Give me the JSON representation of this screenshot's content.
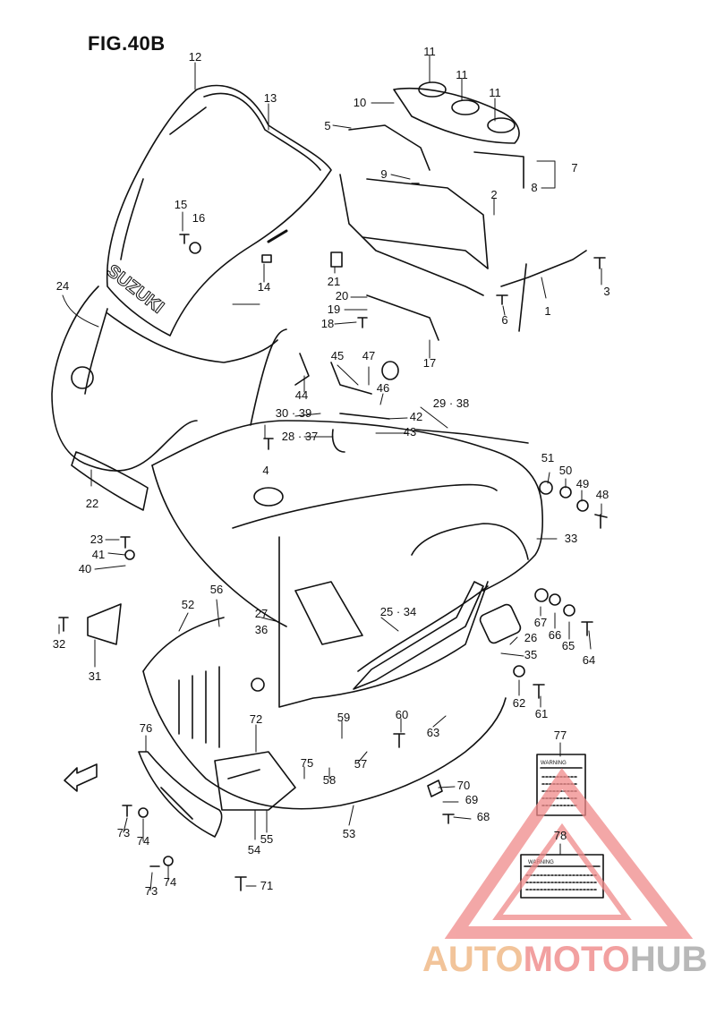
{
  "figure": {
    "title": "FIG.40B"
  },
  "brand_marks": {
    "windscreen_logo": "SUZUKI"
  },
  "parts": [
    {
      "label": "1"
    },
    {
      "label": "2"
    },
    {
      "label": "3"
    },
    {
      "label": "4"
    },
    {
      "label": "5"
    },
    {
      "label": "6"
    },
    {
      "label": "7"
    },
    {
      "label": "8"
    },
    {
      "label": "9"
    },
    {
      "label": "10"
    },
    {
      "label": "11"
    },
    {
      "label": "11"
    },
    {
      "label": "11"
    },
    {
      "label": "12"
    },
    {
      "label": "13"
    },
    {
      "label": "14"
    },
    {
      "label": "15"
    },
    {
      "label": "16"
    },
    {
      "label": "17"
    },
    {
      "label": "18"
    },
    {
      "label": "19"
    },
    {
      "label": "20"
    },
    {
      "label": "21"
    },
    {
      "label": "22"
    },
    {
      "label": "23"
    },
    {
      "label": "24"
    },
    {
      "label": "25 · 34"
    },
    {
      "label": "26"
    },
    {
      "label": "35"
    },
    {
      "label": "27"
    },
    {
      "label": "36"
    },
    {
      "label": "28 · 37"
    },
    {
      "label": "29 · 38"
    },
    {
      "label": "30 · 39"
    },
    {
      "label": "31"
    },
    {
      "label": "32"
    },
    {
      "label": "33"
    },
    {
      "label": "40"
    },
    {
      "label": "41"
    },
    {
      "label": "42"
    },
    {
      "label": "43"
    },
    {
      "label": "44"
    },
    {
      "label": "45"
    },
    {
      "label": "46"
    },
    {
      "label": "47"
    },
    {
      "label": "48"
    },
    {
      "label": "49"
    },
    {
      "label": "50"
    },
    {
      "label": "51"
    },
    {
      "label": "52"
    },
    {
      "label": "53"
    },
    {
      "label": "54"
    },
    {
      "label": "55"
    },
    {
      "label": "56"
    },
    {
      "label": "57"
    },
    {
      "label": "58"
    },
    {
      "label": "59"
    },
    {
      "label": "60"
    },
    {
      "label": "61"
    },
    {
      "label": "62"
    },
    {
      "label": "63"
    },
    {
      "label": "64"
    },
    {
      "label": "65"
    },
    {
      "label": "66"
    },
    {
      "label": "67"
    },
    {
      "label": "68"
    },
    {
      "label": "69"
    },
    {
      "label": "70"
    },
    {
      "label": "71"
    },
    {
      "label": "72"
    },
    {
      "label": "73"
    },
    {
      "label": "74"
    },
    {
      "label": "73"
    },
    {
      "label": "74"
    },
    {
      "label": "75"
    },
    {
      "label": "76"
    },
    {
      "label": "77"
    },
    {
      "label": "78"
    }
  ],
  "fwd_marker": "FWD",
  "labels_stickers": {
    "warning": "WARNING"
  },
  "watermark": {
    "part1": "AUTO",
    "part2": "MOTO",
    "part3": "HUB"
  },
  "colors": {
    "line": "#111111",
    "watermark_red": "#f08a8a",
    "watermark_orange": "#f2c49a",
    "watermark_gray": "#b8b8b8",
    "label_red": "#cc2222"
  }
}
